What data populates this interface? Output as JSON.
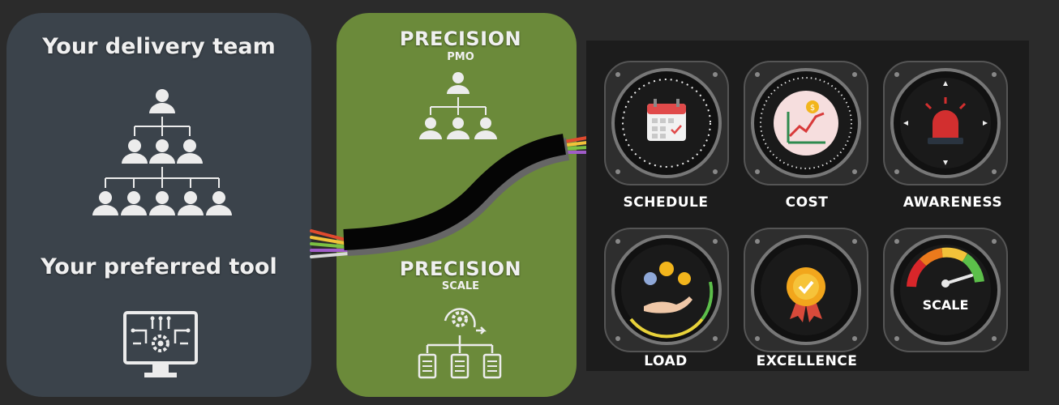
{
  "left": {
    "title_team": "Your delivery team",
    "title_tool": "Your preferred tool"
  },
  "middle": {
    "pmo_title": "PRECISION",
    "pmo_sub": "PMO",
    "scale_title": "PRECISION",
    "scale_sub": "SCALE"
  },
  "gauges": [
    {
      "label": "SCHEDULE",
      "icon": "calendar-icon"
    },
    {
      "label": "COST",
      "icon": "cost-chart-icon"
    },
    {
      "label": "AWARENESS",
      "icon": "alarm-light-icon"
    },
    {
      "label": "LOAD",
      "icon": "hand-resources-icon"
    },
    {
      "label": "EXCELLENCE",
      "icon": "award-badge-icon"
    },
    {
      "label": "SCALE",
      "icon": "speedometer-icon",
      "inner_label": "SCALE"
    }
  ],
  "colors": {
    "left_panel": "#3b434b",
    "middle_panel": "#6b8a3a",
    "right_panel": "#1c1c1c",
    "cable": "#000000",
    "wires": [
      "#e04a2e",
      "#f2c23a",
      "#7bc043",
      "#a05cc8",
      "#d8d8d8"
    ]
  }
}
